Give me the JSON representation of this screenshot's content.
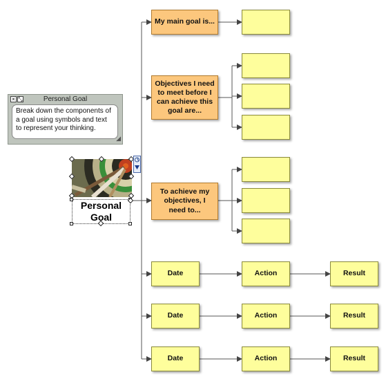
{
  "note": {
    "title": "Personal Goal",
    "body": "Break down the components of a goal using symbols and text to represent your thinking.",
    "close_icon": "close-icon",
    "restore_icon": "restore-icon"
  },
  "central_topic": {
    "label_line1": "Personal",
    "label_line2": "Goal",
    "image_icon": "dartboard-image"
  },
  "topics": {
    "main_goal": "My main goal is...",
    "objectives": "Objectives I need to meet before I can achieve this goal are...",
    "to_achieve": "To achieve my objectives, I need to..."
  },
  "rows": [
    {
      "date": "Date",
      "action": "Action",
      "result": "Result"
    },
    {
      "date": "Date",
      "action": "Action",
      "result": "Result"
    },
    {
      "date": "Date",
      "action": "Action",
      "result": "Result"
    }
  ],
  "colors": {
    "topic_fill": "#fcc77d",
    "subtopic_fill": "#fefe9c",
    "note_fill": "#bfc5bd"
  }
}
